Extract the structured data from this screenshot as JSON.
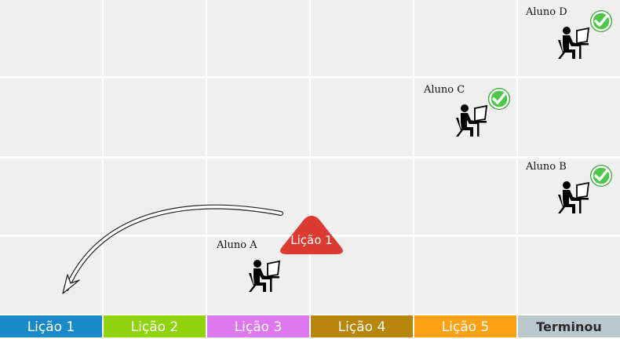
{
  "students": [
    {
      "name": "Aluno D",
      "lesson_index": 5,
      "row": 0,
      "completed": true
    },
    {
      "name": "Aluno C",
      "lesson_index": 4,
      "row": 1,
      "completed": true
    },
    {
      "name": "Aluno B",
      "lesson_index": 5,
      "row": 2,
      "completed": true
    },
    {
      "name": "Aluno A",
      "lesson_index": 2,
      "row": 3,
      "completed": false
    }
  ],
  "lessons": [
    {
      "label": "Lição 1",
      "color": "#1a8ac7"
    },
    {
      "label": "Lição 2",
      "color": "#8fd40f"
    },
    {
      "label": "Lição 3",
      "color": "#dd77ee"
    },
    {
      "label": "Lição 4",
      "color": "#b8860b"
    },
    {
      "label": "Lição 5",
      "color": "#ffa015"
    },
    {
      "label": "Terminou",
      "color": "#b9c8cb",
      "is_finish": true
    }
  ],
  "badge": {
    "label": "Lição 1",
    "color": "#db3b30"
  },
  "colors": {
    "cell": "#efefef",
    "check": "#4ec64a",
    "figure": "#000000"
  },
  "icons": {
    "student": "student-at-computer-icon",
    "check": "green-check-icon",
    "arrow": "curved-arrow-icon"
  }
}
